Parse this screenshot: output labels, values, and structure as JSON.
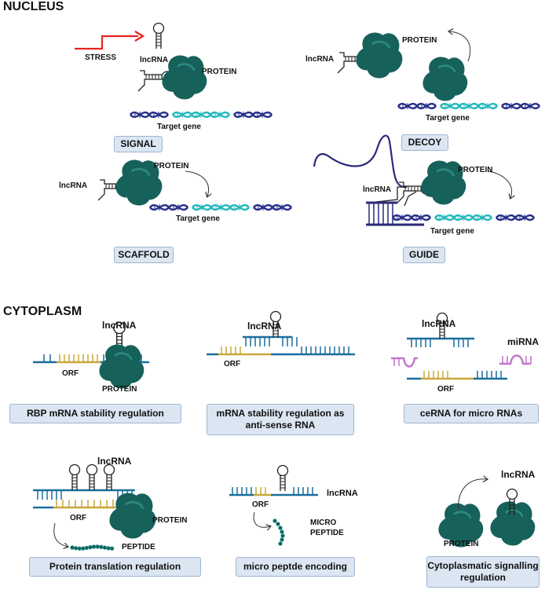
{
  "sections": {
    "nucleus": "NUCLEUS",
    "cytoplasm": "CYTOPLASM"
  },
  "nucleus": {
    "signal": {
      "title": "SIGNAL",
      "stress": "STRESS",
      "lncrna": "lncRNA",
      "protein": "PROTEIN",
      "target": "Target gene"
    },
    "decoy": {
      "title": "DECOY",
      "lncrna": "lncRNA",
      "protein": "PROTEIN",
      "target": "Target gene"
    },
    "scaffold": {
      "title": "SCAFFOLD",
      "lncrna": "lncRNA",
      "protein": "PROTEIN",
      "target": "Target gene"
    },
    "guide": {
      "title": "GUIDE",
      "lncrna": "lncRNA",
      "protein": "PROTEIN",
      "target": "Target gene"
    }
  },
  "cytoplasm": {
    "rbp": {
      "title": "RBP mRNA stability regulation",
      "lncrna": "lncRNA",
      "orf": "ORF",
      "protein": "PROTEIN"
    },
    "antisense": {
      "title_line1": "mRNA stability regulation as",
      "title_line2": "anti-sense RNA",
      "lncrna": "lncRNA",
      "orf": "ORF"
    },
    "cerna": {
      "title": "ceRNA for micro RNAs",
      "lncrna": "lncRNA",
      "mirna": "miRNA",
      "orf": "ORF"
    },
    "translation": {
      "title": "Protein translation regulation",
      "lncrna": "lncRNA",
      "orf": "ORF",
      "protein": "PROTEIN",
      "peptide": "PEPTIDE"
    },
    "micropeptide": {
      "title": "micro peptde encoding",
      "lncrna": "lncRNA",
      "orf": "ORF",
      "micro_line1": "MICRO",
      "micro_line2": "PEPTIDE"
    },
    "signalling": {
      "title_line1": "Cytoplasmatic signalling",
      "title_line2": "regulation",
      "lncrna": "lncRNA",
      "protein": "PROTEIN"
    }
  },
  "colors": {
    "protein": "#17615b",
    "dna_dark": "#27308a",
    "dna_teal": "#25b8bd",
    "rna_blue": "#1a6e9e",
    "orf_gold": "#c9a83a",
    "mirna": "#c277c8",
    "stress_arrow": "#e8231f",
    "box_fill": "#dbe6f2",
    "box_border": "#9fb6d1"
  }
}
